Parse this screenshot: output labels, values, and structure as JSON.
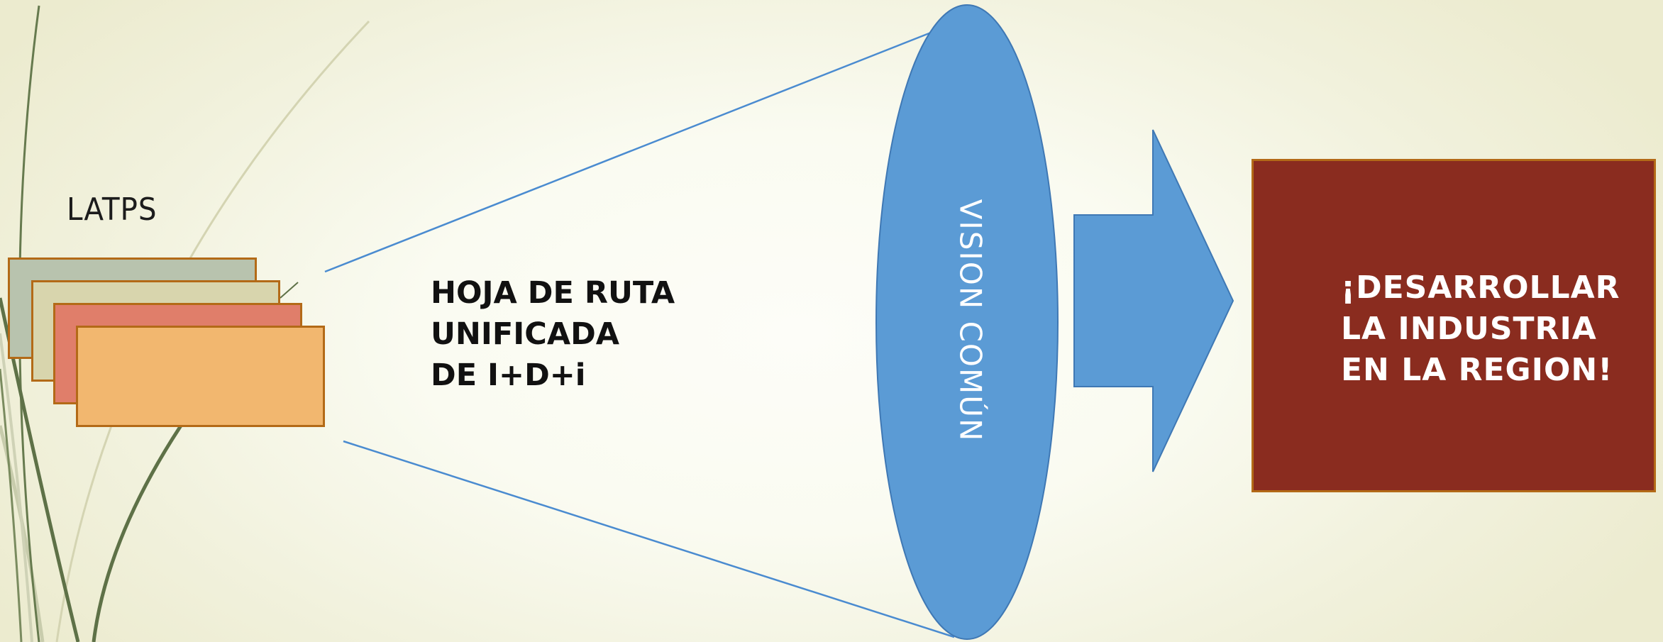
{
  "slide": {
    "latps_label": "LATPS",
    "roadmap": {
      "line1": "HOJA DE RUTA",
      "line2": "UNIFICADA",
      "line3": "DE I+D+i"
    },
    "vision_label": "VISION COMÚN",
    "goal": {
      "line1": "¡DESARROLLAR",
      "line2": "LA INDUSTRIA",
      "line3": "EN LA REGION!"
    }
  },
  "colors": {
    "card_1": "#b8c3ae",
    "card_2": "#d8d5ad",
    "card_3": "#e07e6a",
    "card_4": "#f2b76f",
    "card_border": "#b36a17",
    "ellipse": "#5b9bd5",
    "arrow": "#5b9bd5",
    "goal_box": "#8a2c1f",
    "stems": "#5e7147"
  }
}
